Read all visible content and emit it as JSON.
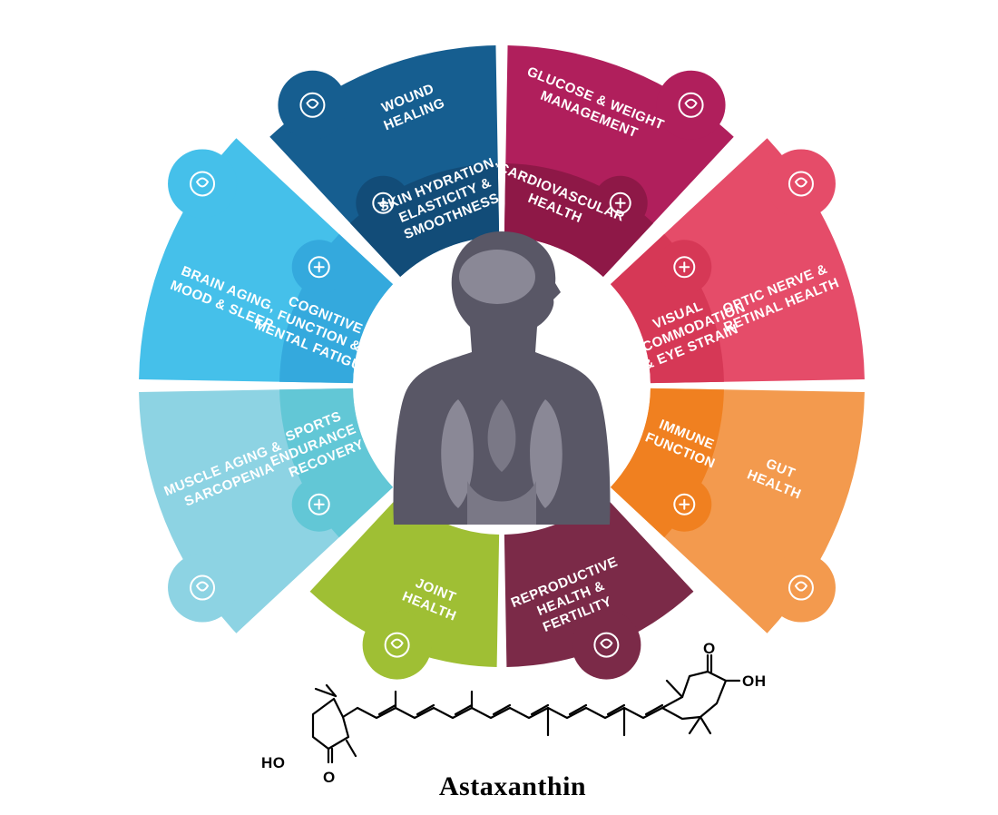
{
  "diagram": {
    "segments": [
      {
        "id": "wound",
        "color": "#165E90",
        "outer_lines": [
          "WOUND",
          "HEALING"
        ],
        "inner_lines": [
          "SKIN HYDRATION,",
          "ELASTICITY &",
          "SMOOTHNESS"
        ],
        "inner_color": "#124C78",
        "icon_outer": "hand-drops-icon",
        "icon_inner": "skin-hydration-icon"
      },
      {
        "id": "glucose",
        "color": "#B01F5C",
        "outer_lines": [
          "GLUCOSE & WEIGHT",
          "MANAGEMENT"
        ],
        "inner_lines": [
          "CARDIOVASCULAR",
          "HEALTH"
        ],
        "inner_color": "#8E1847",
        "icon_outer": "glucose-meter-icon",
        "icon_inner": "heart-icon"
      },
      {
        "id": "optic",
        "color": "#E54C69",
        "outer_lines": [
          "OPTIC NERVE &",
          "RETINAL HEALTH"
        ],
        "inner_lines": [
          "VISUAL",
          "ACCOMMODATION",
          "& EYE STRAIN"
        ],
        "inner_color": "#D63856",
        "icon_outer": "eyeball-icon",
        "icon_inner": "eye-icon"
      },
      {
        "id": "gut",
        "color": "#F39A4E",
        "outer_lines": [
          "GUT",
          "HEALTH"
        ],
        "inner_lines": [
          "IMMUNE",
          "FUNCTION"
        ],
        "inner_color": "#F08020",
        "icon_outer": "stomach-icon",
        "icon_inner": "shield-cross-icon"
      },
      {
        "id": "reproductive",
        "color": "#7B2A48",
        "outer_lines": [
          "REPRODUCTIVE",
          "HEALTH &",
          "FERTILITY"
        ],
        "icon_outer": "fetus-icon"
      },
      {
        "id": "joint",
        "color": "#9FBF34",
        "outer_lines": [
          "JOINT",
          "HEALTH"
        ],
        "icon_outer": "knee-joint-icon"
      },
      {
        "id": "muscle",
        "color": "#8DD3E3",
        "outer_lines": [
          "MUSCLE AGING &",
          "SARCOPENIA"
        ],
        "inner_lines": [
          "SPORTS",
          "ENDURANCE &",
          "RECOVERY"
        ],
        "inner_color": "#62C7D6",
        "icon_outer": "muscle-icon",
        "icon_inner": "runner-icon"
      },
      {
        "id": "brain",
        "color": "#45C0EA",
        "outer_lines": [
          "BRAIN AGING,",
          "MOOD & SLEEP"
        ],
        "inner_lines": [
          "COGNITIVE",
          "FUNCTION &",
          "MENTAL FATIGUE"
        ],
        "inner_color": "#34A9DD",
        "icon_outer": "brain-icon",
        "icon_inner": "brain-outline-icon"
      }
    ],
    "center_icon": "human-silhouette-icon"
  },
  "molecule": {
    "name": "Astaxanthin",
    "atoms": {
      "ho_left": "HO",
      "o_left": "O",
      "oh_right": "OH",
      "o_right": "O"
    }
  }
}
